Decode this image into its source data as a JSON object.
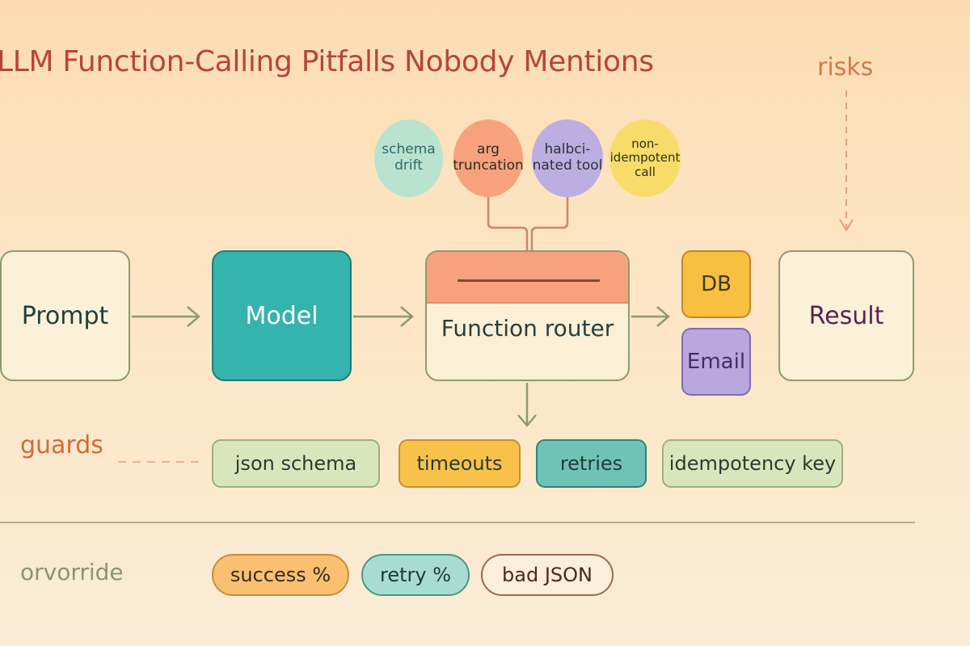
{
  "title": "LLM Function-Calling Pitfalls Nobody Mentions",
  "risks_label": "risks",
  "risk_bubbles": [
    {
      "label": "schema\ndrift",
      "color": "#b9e3cf"
    },
    {
      "label": "arg\ntruncation",
      "color": "#f7a27d"
    },
    {
      "label": "halbci-\nnated tool",
      "color": "#bcaee0"
    },
    {
      "label": "non-\nidempotent\ncall",
      "color": "#f8dc6a"
    }
  ],
  "flow": {
    "prompt": "Prompt",
    "model": "Model",
    "router": "Function router",
    "db": "DB",
    "email": "Email",
    "result": "Result"
  },
  "guards": {
    "label": "guards",
    "items": [
      "json schema",
      "timeouts",
      "retries",
      "idempotency key"
    ]
  },
  "override": {
    "label": "orvorride",
    "metrics": [
      "success %",
      "retry %",
      "bad JSON"
    ]
  },
  "colors": {
    "title": "#b5453a",
    "risks": "#d5784b",
    "model": "#35b3ad",
    "router_header": "#f7a27d",
    "db": "#f8c040",
    "email": "#b9a7dd",
    "guards_label": "#d06c35"
  }
}
